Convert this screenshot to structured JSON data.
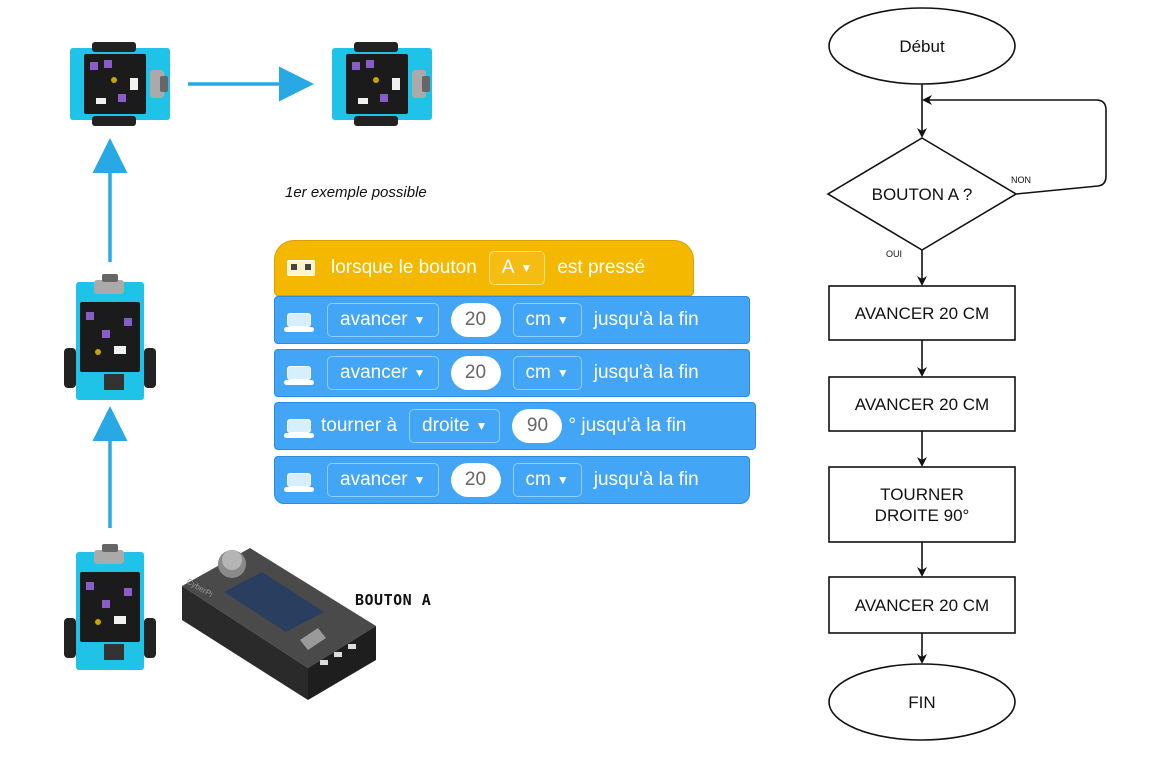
{
  "caption": "1er exemple possible",
  "device_label": "BOUTON A",
  "device_logo": "CyberPi",
  "colors": {
    "arrow": "#29a8e6",
    "robot": "#1fc3e8",
    "event_block": "#f5b800",
    "motion_block": "#42a5f5"
  },
  "blocks": {
    "hat": {
      "prefix": "lorsque le bouton",
      "button": "A",
      "suffix": "est pressé",
      "icon": "gamepad-icon"
    },
    "moves": [
      {
        "action": "avancer",
        "value": "20",
        "unit": "cm",
        "suffix": "jusqu'à la fin"
      },
      {
        "action": "avancer",
        "value": "20",
        "unit": "cm",
        "suffix": "jusqu'à la fin"
      },
      {
        "action": "tourner à",
        "direction": "droite",
        "value": "90",
        "suffix": "° jusqu'à la fin"
      },
      {
        "action": "avancer",
        "value": "20",
        "unit": "cm",
        "suffix": "jusqu'à la fin"
      }
    ]
  },
  "flowchart": {
    "start": "Début",
    "decision": "BOUTON A ?",
    "yes": "OUI",
    "no": "NON",
    "steps": [
      "AVANCER 20 CM",
      "AVANCER 20 CM",
      "TOURNER DROITE 90°",
      "AVANCER 20 CM"
    ],
    "end": "FIN"
  }
}
